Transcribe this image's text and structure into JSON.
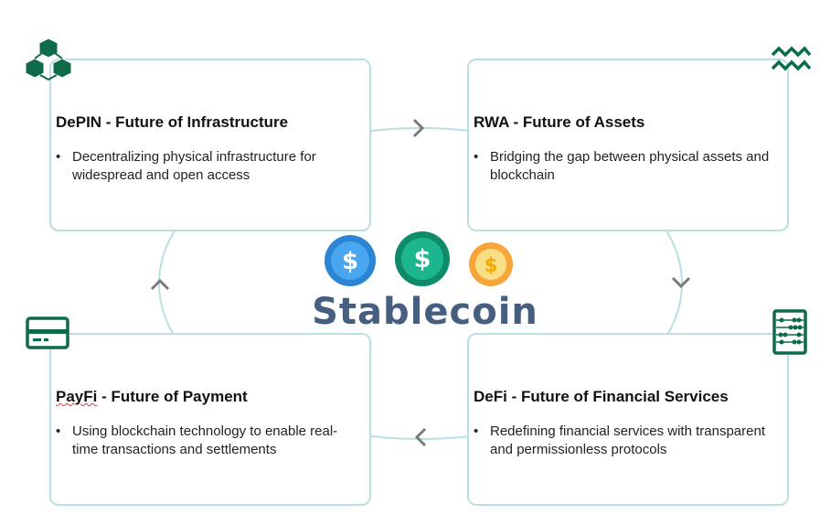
{
  "center_title": "Stablecoin",
  "coins": [
    {
      "symbol": "$",
      "color": "#3b95de"
    },
    {
      "symbol": "$",
      "color": "#16a07c"
    },
    {
      "symbol": "$",
      "color": "#f7a53a"
    }
  ],
  "cards": [
    {
      "prefix": "DePIN",
      "title": " - Future of Infrastructure",
      "bullet": "Decentralizing physical infrastructure for widespread and open access",
      "icon": "blocks-icon"
    },
    {
      "prefix": "RWA",
      "title": " - Future of Assets",
      "bullet": "Bridging the gap between physical assets and blockchain",
      "icon": "waves-icon"
    },
    {
      "prefix": "PayFi",
      "title": " - Future of Payment",
      "bullet": "Using blockchain technology to enable real-time transactions and settlements",
      "icon": "credit-card-icon"
    },
    {
      "prefix": "DeFi",
      "title": " - Future of Financial Services",
      "bullet": "Redefining financial services with transparent and permissionless protocols",
      "icon": "abacus-icon"
    }
  ],
  "colors": {
    "icon": "#0e6b4a",
    "ring": "#b9dfe0",
    "arrow": "#7a7a7a",
    "title": "#465e80"
  }
}
